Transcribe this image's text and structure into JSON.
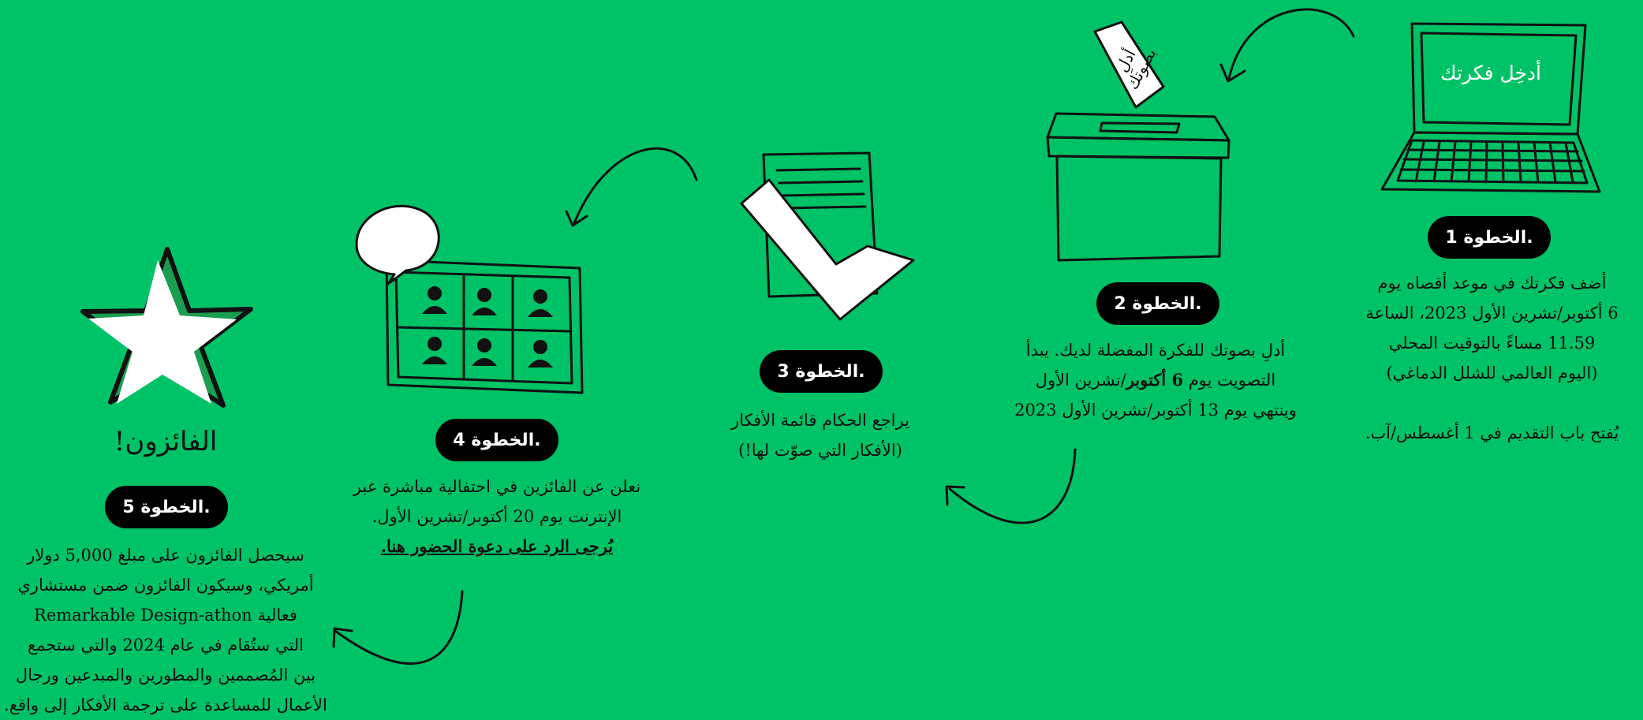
{
  "step1": {
    "pill": "الخطوة 1.",
    "screen_text": "أدخِل فكرتك",
    "line1": "أضف فكرتك في موعد أقصاه يوم",
    "line2": "6 أكتوبر/تشرين الأول 2023، الساعة",
    "line3": "11.59 مساءً بالتوقيت المحلي",
    "line4": "(اليوم العالمي للشلل الدماغي)",
    "line5": "يُفتح باب التقديم في 1 أغسطس/آب."
  },
  "step2": {
    "pill": "الخطوة 2.",
    "ballot_line1": "أدلِ",
    "ballot_line2": "بصوتك",
    "line1": "أدلِ بصوتك للفكرة المفضلة لديك. يبدأ",
    "line2_pre": "التصويت يوم ",
    "line2_bold": "6 أكتوبر",
    "line2_post": "/تشرين الأول",
    "line3": "وينتهي يوم 13 أكتوبر/تشرين الأول 2023"
  },
  "step3": {
    "pill": "الخطوة 3.",
    "line1": "يراجع الحكام قائمة الأفكار",
    "line2": "(الأفكار التي صوّت لها!)"
  },
  "step4": {
    "pill": "الخطوة 4.",
    "line1": "نعلن عن الفائزين في احتفالية مباشرة عبر",
    "line2": "الإنترنت يوم 20 أكتوبر/تشرين الأول.",
    "rsvp": "يُرجى الرد على دعوة الحضور هنا."
  },
  "step5": {
    "pill": "الخطوة 5.",
    "title": "الفائزون!",
    "line1": "سيحصل الفائزون على مبلغ 5,000 دولار",
    "line2": "أمريكي، وسيكون الفائزون ضمن مستشاري",
    "line3": "فعالية Remarkable Design-athon",
    "line4": "التي ستُقام في عام 2024 والتي ستجمع",
    "line5": "بين المُصممين والمطورين والمبدعين ورجال",
    "line6": "الأعمال للمساعدة على ترجمة الأفكار إلى واقع."
  },
  "colors": {
    "background": "#00c266",
    "pill": "#000000",
    "ink": "#111111",
    "white": "#ffffff"
  }
}
